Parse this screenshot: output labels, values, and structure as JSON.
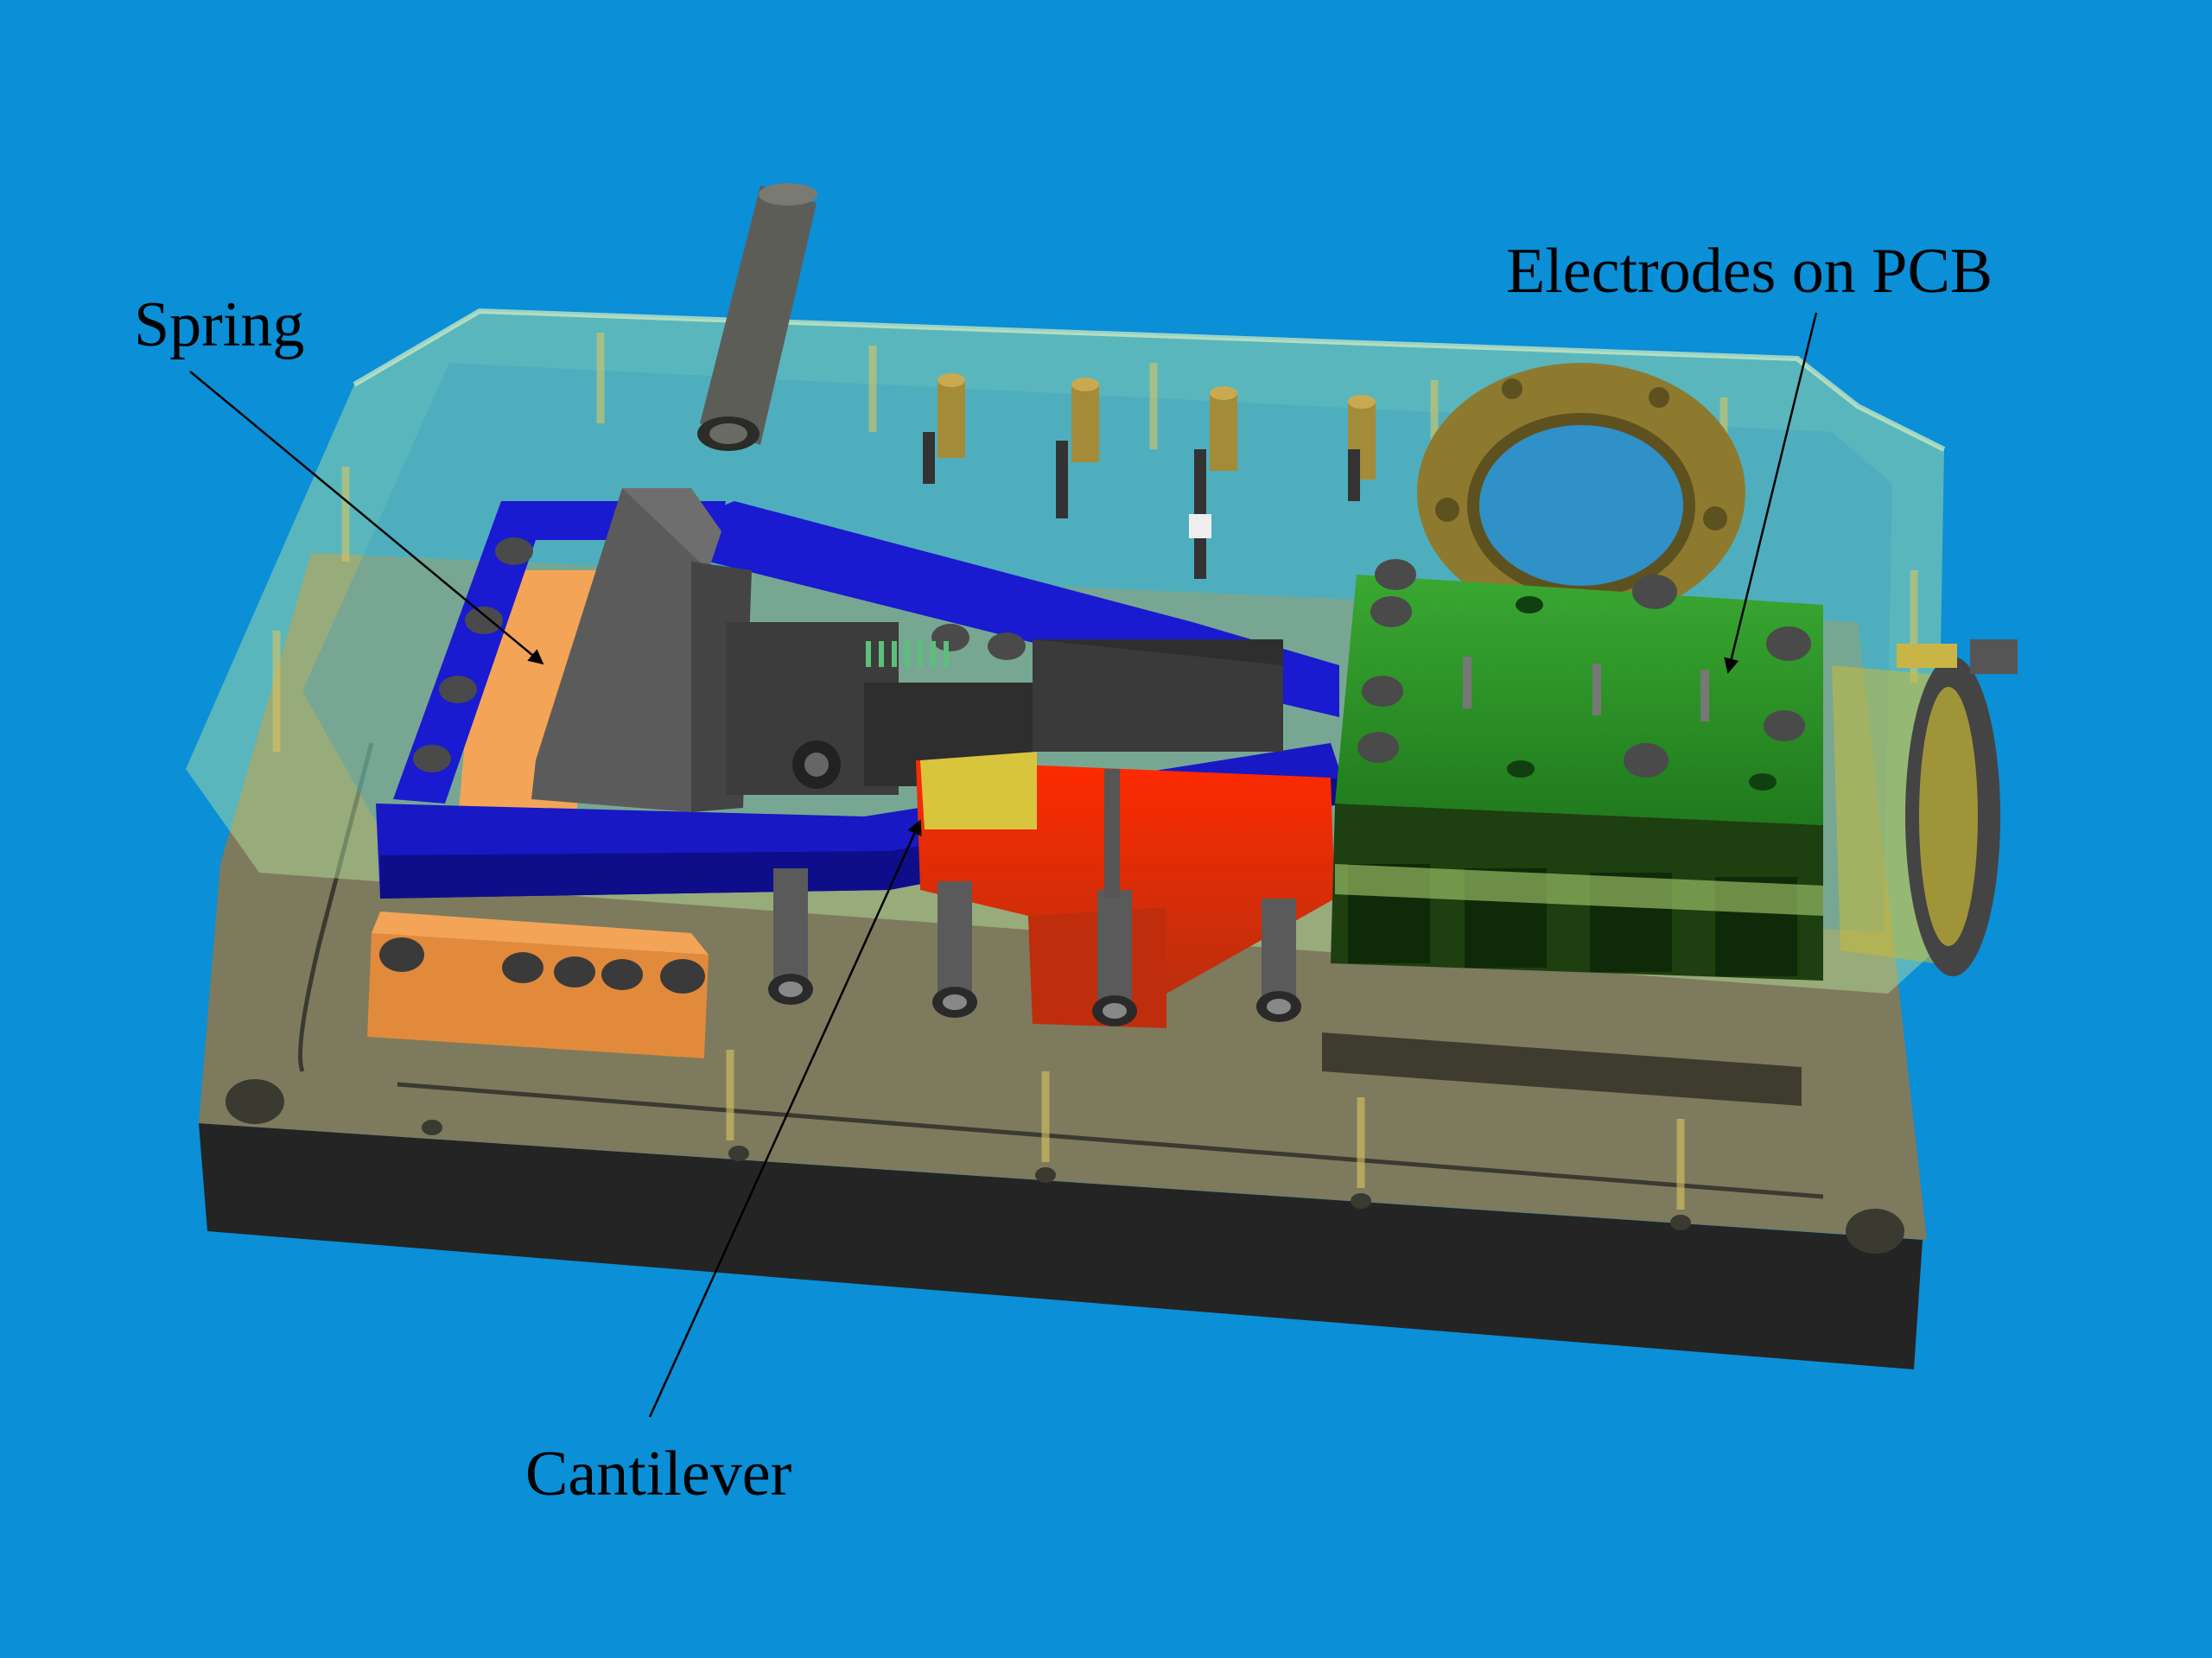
{
  "labels": {
    "spring": "Spring",
    "electrodes": "Electrodes on PCB",
    "cantilever": "Cantilever"
  },
  "colors": {
    "background": "#0b8fd6",
    "housing_transparent": "#9fd7a8",
    "base_plate": "#2a2a2a",
    "base_top": "#7f7a5e",
    "frame_blue": "#1c1ccc",
    "clamp_gray": "#5a5a5a",
    "pcb_green": "#2f9a2a",
    "spring_orange": "#f0a050",
    "red_block": "#e83a10",
    "yellow_parts": "#b7a84a",
    "label_text": "#000000",
    "leader_line": "#000000"
  }
}
